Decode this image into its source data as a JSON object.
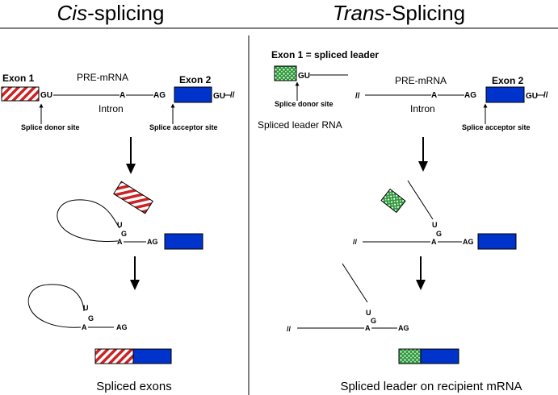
{
  "colors": {
    "exon2_fill": "#0033cc",
    "exon1_stripe": "#cc2222",
    "spliced_leader_fill": "#2e9a3c",
    "spliced_leader_dots": "#ffffff"
  },
  "cis": {
    "title_italic": "Cis",
    "title_rest": "-splicing",
    "exon1": "Exon 1",
    "pre_mrna": "PRE-mRNA",
    "exon2": "Exon 2",
    "gu": "GU",
    "a": "A",
    "ag": "AG",
    "gu2": "GU",
    "break": "//",
    "intron": "Intron",
    "donor": "Splice donor site",
    "acceptor": "Splice acceptor site",
    "lariat_u": "U",
    "lariat_g": "G",
    "lariat_a": "A",
    "lariat_ag": "AG",
    "lariat2_u": "U",
    "lariat2_g": "G",
    "lariat2_a": "A",
    "lariat2_ag": "AG",
    "result": "Spliced exons"
  },
  "trans": {
    "title_italic": "Trans",
    "title_rest": "-Splicing",
    "exon1_sl": "Exon 1 = spliced leader",
    "gu": "GU",
    "donor": "Splice donor site",
    "sl_rna": "Spliced leader  RNA",
    "pre_mrna": "PRE-mRNA",
    "exon2": "Exon 2",
    "break1": "//",
    "a": "A",
    "ag": "AG",
    "gu2": "GU",
    "break2": "//",
    "intron": "Intron",
    "acceptor": "Splice acceptor site",
    "y_u": "U",
    "y_g": "G",
    "y_a": "A",
    "y_ag": "AG",
    "y_break": "//",
    "y2_u": "U",
    "y2_g": "G",
    "y2_a": "A",
    "y2_ag": "AG",
    "y2_break": "//",
    "result": "Spliced leader on recipient mRNA"
  }
}
